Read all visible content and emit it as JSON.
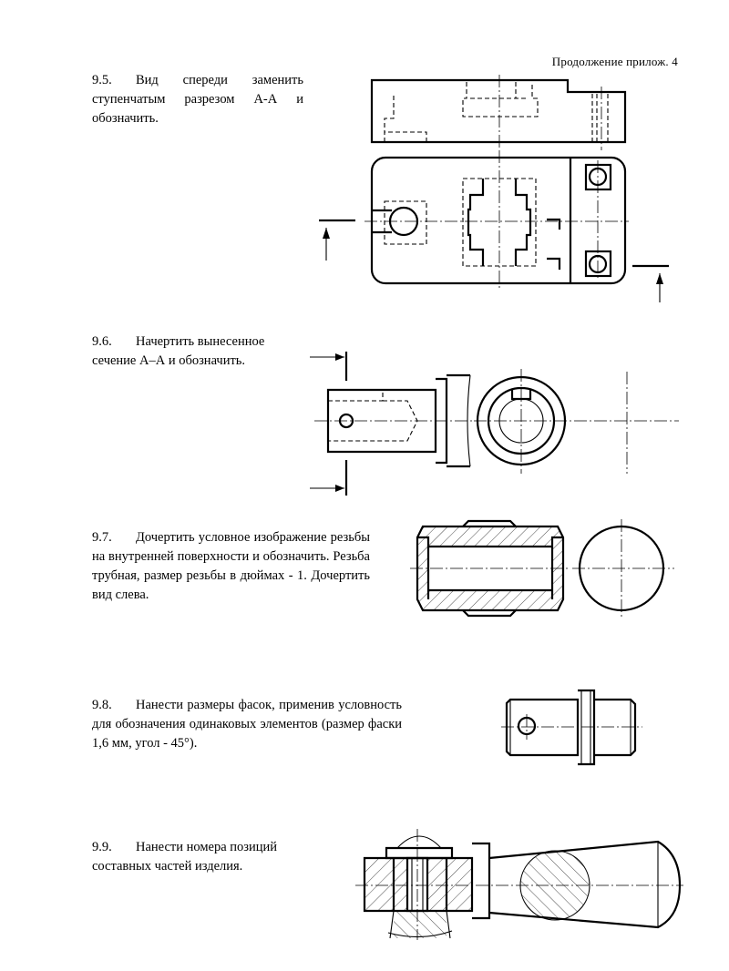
{
  "header": {
    "text": "Продолжение прилож. 4"
  },
  "tasks": [
    {
      "num": "9.5.",
      "text": "Вид спереди заменить ступенчатым разрезом А-А и обозначить."
    },
    {
      "num": "9.6.",
      "text": "Начертить вынесенное сечение А–А и обозначить."
    },
    {
      "num": "9.7.",
      "text": "Дочертить условное изображение резьбы на внутренней поверхности и обозначить. Резьба трубная, размер резьбы в дюймах - 1. Дочертить вид слева."
    },
    {
      "num": "9.8.",
      "text": "Нанести размеры фасок, применив условность для обозначения одинаковых элементов (размер фаски 1,6 мм, угол - 45°)."
    },
    {
      "num": "9.9.",
      "text": "Нанести номера позиций составных частей изделия."
    }
  ],
  "drawings": [
    {
      "name": "bracket-front-and-top-views"
    },
    {
      "name": "shaft-with-hole-and-side-view"
    },
    {
      "name": "threaded-bushing-and-left-view"
    },
    {
      "name": "pin-with-chamfers"
    },
    {
      "name": "handle-assembly"
    }
  ]
}
